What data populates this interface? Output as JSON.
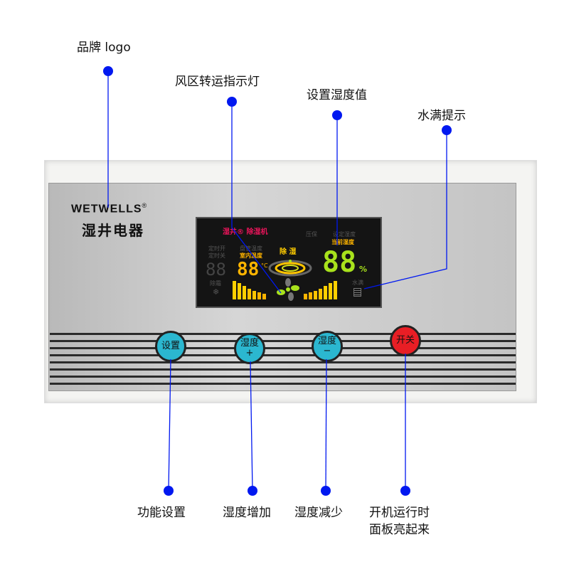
{
  "annotations": {
    "brand_logo": "品牌 logo",
    "zone_indicator": "风区转运指示灯",
    "set_humidity": "设置湿度值",
    "water_full": "水满提示",
    "function_set": "功能设置",
    "humidity_up": "湿度增加",
    "humidity_down": "湿度减少",
    "power_line1": "开机运行时",
    "power_line2": "面板亮起来"
  },
  "logo": {
    "en": "WETWELLS",
    "reg": "®",
    "cn": "湿井电器"
  },
  "lcd": {
    "brand": "湿井® 除湿机",
    "pressure": "压保",
    "set_humidity": "设定湿度",
    "current_humidity": "当前湿度",
    "timer_on": "定时开",
    "timer_off": "定时关",
    "timer_digits": "88",
    "defrost": "除霜",
    "coil_temp": "盘管温度",
    "indoor_temp": "室内温度",
    "temp_digits": "88",
    "temp_unit": "°C",
    "dehumidify": "除 湿",
    "humidity_digits": "88",
    "percent": "%",
    "water_full": "水满"
  },
  "buttons": {
    "set": "设置",
    "hum_up": "湿度",
    "hum_up_sym": "+",
    "hum_down": "湿度",
    "hum_down_sym": "−",
    "power": "开关"
  },
  "colors": {
    "annot": "#0018f0",
    "cyan": "#2bb7d0",
    "red": "#e81e25",
    "lcd_green": "#a8e21c",
    "lcd_orange": "#ffb400"
  }
}
